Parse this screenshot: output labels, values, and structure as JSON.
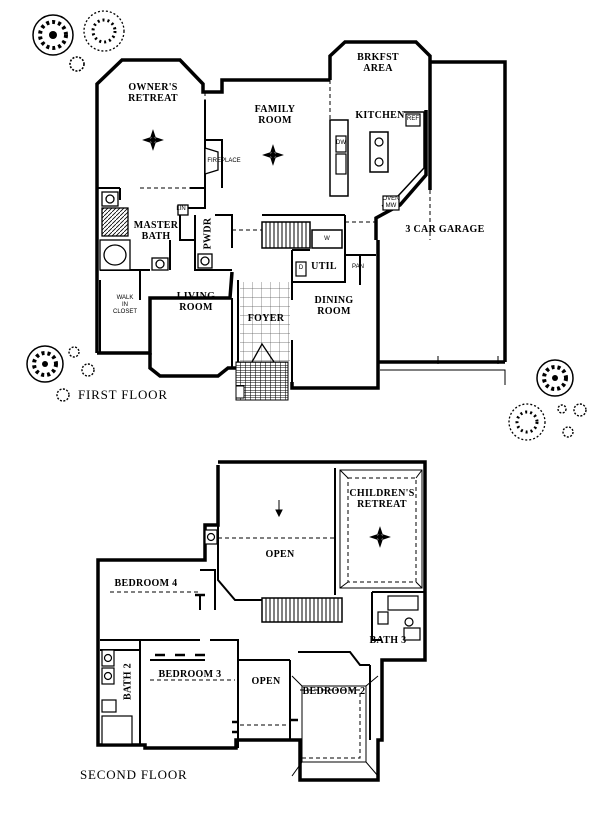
{
  "first_floor": {
    "title": "FIRST FLOOR",
    "rooms": {
      "owners_retreat": "OWNER'S\nRETREAT",
      "family_room": "FAMILY\nROOM",
      "brkfst_area": "BRKFST\nAREA",
      "kitchen": "KITCHEN",
      "master_bath": "MASTER\nBATH",
      "pwdr": "PWDR",
      "util": "UTIL",
      "garage": "3 CAR GARAGE",
      "living_room": "LIVING\nROOM",
      "foyer": "FOYER",
      "dining_room": "DINING\nROOM"
    },
    "fixtures": {
      "fireplace": "FIREPLACE",
      "walk_in_closet": "WALK\nIN\nCLOSET",
      "dw": "DW",
      "ref": "REF",
      "oven_mw": "OVEN\nMW",
      "pan": "PAN",
      "lin": "LIN",
      "d": "D",
      "w": "W"
    }
  },
  "second_floor": {
    "title": "SECOND FLOOR",
    "rooms": {
      "childrens_retreat": "CHILDREN'S\nRETREAT",
      "open_upper": "OPEN",
      "bedroom_4": "BEDROOM 4",
      "bath_3": "BATH 3",
      "bath_2": "BATH 2",
      "bedroom_3": "BEDROOM 3",
      "open_lower": "OPEN",
      "bedroom_2": "BEDROOM 2"
    }
  }
}
